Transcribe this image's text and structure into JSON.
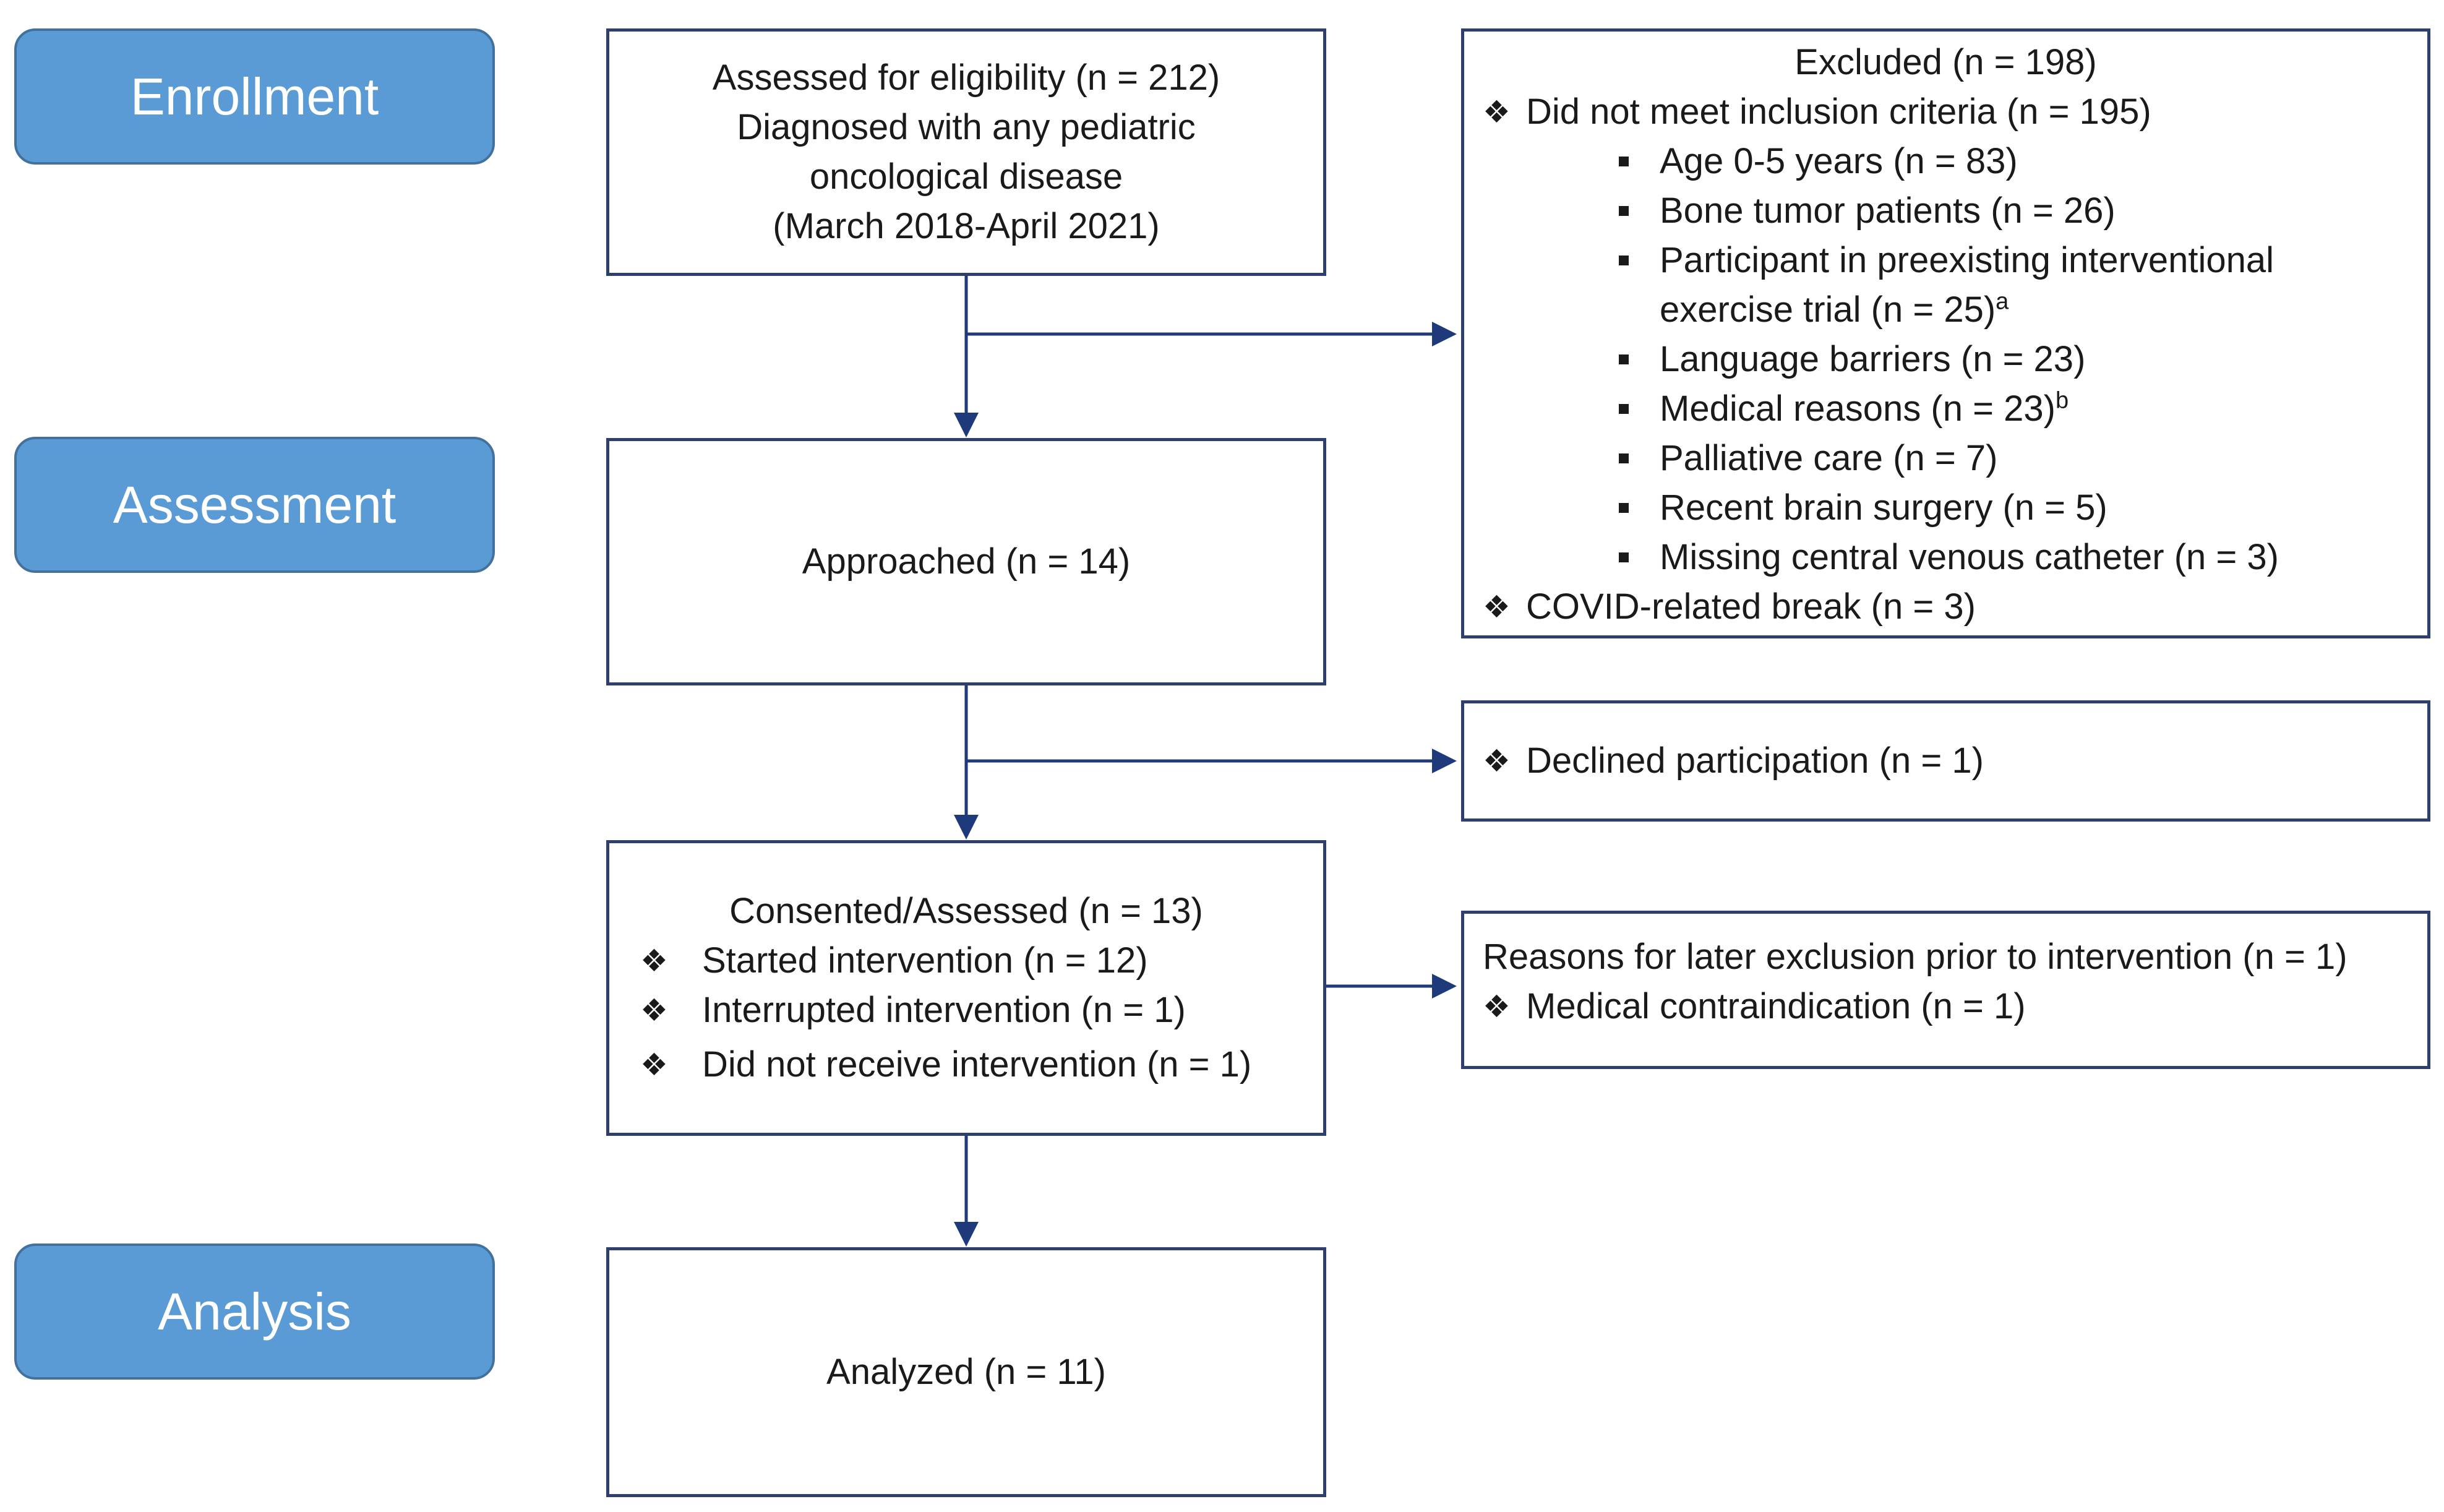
{
  "stages": {
    "enrollment": "Enrollment",
    "assessment": "Assessment",
    "analysis": "Analysis"
  },
  "eligibility": {
    "line1": "Assessed for eligibility (n = 212)",
    "line2": "Diagnosed with any pediatric",
    "line3": "oncological disease",
    "line4": "(March 2018-April 2021)"
  },
  "excluded": {
    "title": "Excluded (n = 198)",
    "inclusion_header": "Did not meet inclusion criteria (n = 195)",
    "criteria": [
      {
        "text": "Age 0-5 years (n = 83)",
        "sup": ""
      },
      {
        "text": "Bone tumor patients (n = 26)",
        "sup": ""
      },
      {
        "text": "Participant in preexisting interventional exercise trial (n = 25)",
        "sup": "a"
      },
      {
        "text": "Language barriers (n = 23)",
        "sup": ""
      },
      {
        "text": "Medical reasons (n = 23)",
        "sup": "b"
      },
      {
        "text": "Palliative care (n = 7)",
        "sup": ""
      },
      {
        "text": "Recent brain surgery (n = 5)",
        "sup": ""
      },
      {
        "text": "Missing central venous catheter (n = 3)",
        "sup": ""
      }
    ],
    "covid": "COVID-related break (n = 3)"
  },
  "approached": "Approached (n = 14)",
  "declined": "Declined participation (n = 1)",
  "consented": {
    "title": "Consented/Assessed (n = 13)",
    "items": [
      "Started intervention (n = 12)",
      "Interrupted intervention (n = 1)",
      "Did not receive intervention (n = 1)"
    ]
  },
  "later_exclusion": {
    "title": "Reasons for later exclusion prior to intervention (n = 1)",
    "item": "Medical contraindication (n = 1)"
  },
  "analyzed": "Analyzed (n = 11)",
  "glyphs": {
    "diamond": "❖"
  },
  "colors": {
    "stage_fill": "#5b9bd5",
    "stage_border": "#41719c",
    "box_border": "#2e3f6e",
    "arrow": "#1f3a7a"
  }
}
